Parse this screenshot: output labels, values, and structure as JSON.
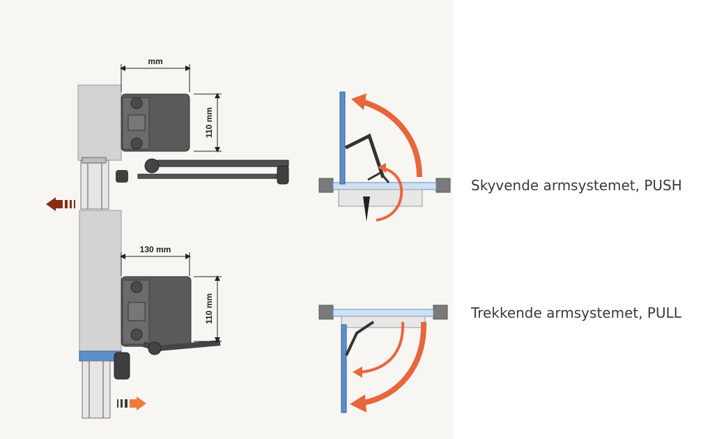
{
  "push": {
    "width_label": "mm",
    "height_label": "110 mm",
    "caption": "Skyvende armsystemet, PUSH"
  },
  "pull": {
    "width_label": "130 mm",
    "height_label": "110 mm",
    "caption": "Trekkende armsystemet, PULL"
  },
  "colors": {
    "background": "#f7f6f3",
    "operator": "#5a5a5a",
    "wall": "#d3d3d3",
    "door": "#5b8fc9",
    "swing_arrow": "#e8663c",
    "push_arrow": "#8a2e12",
    "pull_arrow": "#f07a3c",
    "caption_text": "#3a3a3a"
  }
}
